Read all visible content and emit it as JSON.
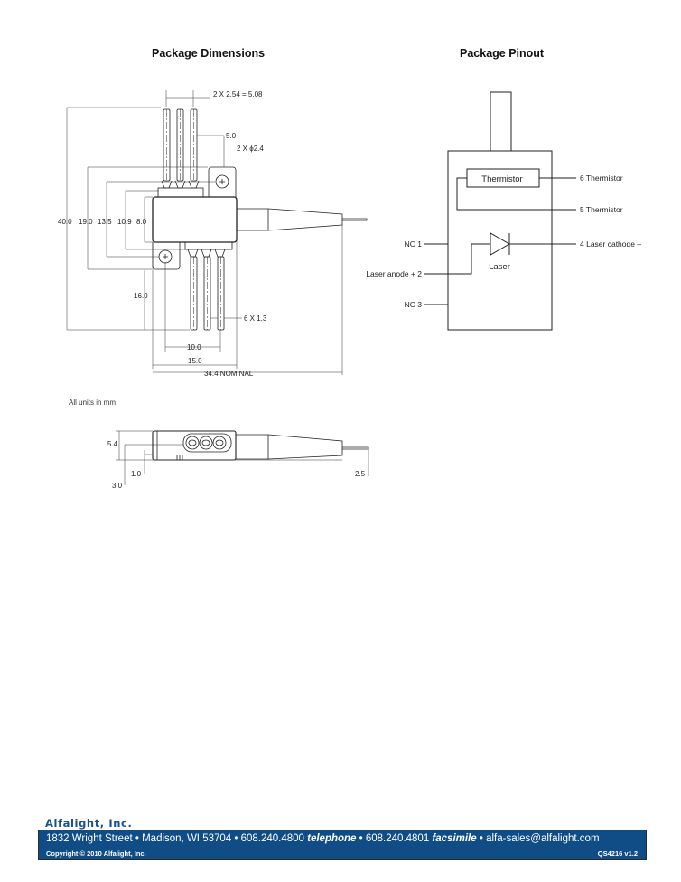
{
  "sections": {
    "dimensions_title": "Package Dimensions",
    "pinout_title": "Package Pinout"
  },
  "dimensions": {
    "pin_pitch": "2 X 2.54 = 5.08",
    "pin_offset": "5.0",
    "hole_diameter": "2 X ϕ2.4",
    "overall_height": "40.0",
    "flange_height": "19.0",
    "hole_spacing": "13.5",
    "pin_row_spacing": "10.9",
    "body_height": "8.0",
    "pin_length": "16.0",
    "pin_width": "6 X 1.3",
    "hole_center_spacing": "10.0",
    "body_width": "15.0",
    "overall_length": "34.4 NOMINAL",
    "units_note": "All units in mm",
    "side_height": "5.4",
    "side_offset_1": "1.0",
    "side_offset_2": "3.0",
    "fiber_height": "2.5"
  },
  "pinout": {
    "thermistor_box": "Thermistor",
    "laser_label": "Laser",
    "pins": [
      {
        "num": "1",
        "label": "NC"
      },
      {
        "num": "2",
        "label": "Laser anode +"
      },
      {
        "num": "3",
        "label": "NC"
      },
      {
        "num": "4",
        "label": "Laser cathode –"
      },
      {
        "num": "5",
        "label": "Thermistor"
      },
      {
        "num": "6",
        "label": "Thermistor"
      }
    ],
    "pin1_text": "NC  1",
    "pin2_text": "Laser anode +  2",
    "pin3_text": "NC  3",
    "pin4_text": "4  Laser cathode –",
    "pin5_text": "5  Thermistor",
    "pin6_text": "6  Thermistor"
  },
  "footer": {
    "company": "Alfalight, Inc.",
    "address": "1832 Wright Street • Madison, WI 53704 • 608.240.4800 ",
    "telephone_label": "telephone",
    "fax_part": " • 608.240.4801 ",
    "fax_label": "facsimile",
    "email_part": " • alfa-sales@alfalight.com",
    "copyright": "Copyright © 2010 Alfalight, Inc.",
    "doc_id": "QS4216 v1.2",
    "brand_color": "#104c86"
  }
}
